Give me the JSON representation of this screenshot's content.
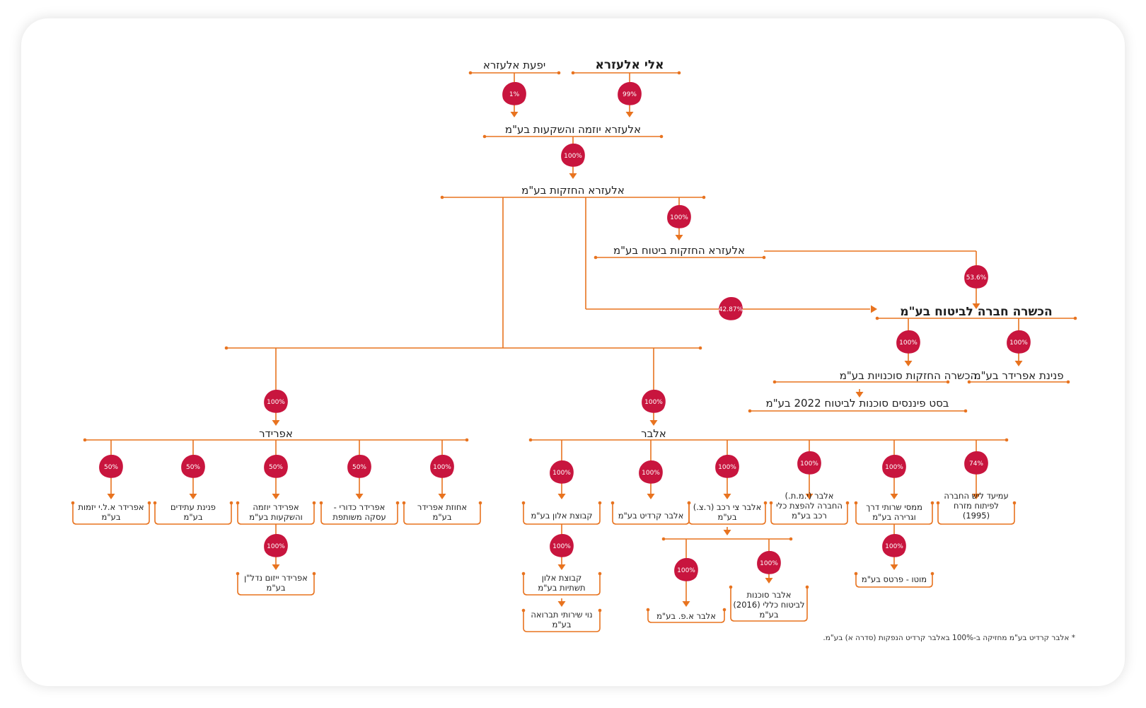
{
  "colors": {
    "line": "#e8731f",
    "blob": "#c8153e",
    "text": "#1f1f1f"
  },
  "footnote": "* אלבר קרדיט בע\"מ מחזיקה ב-100% באלבר קרדיט הנפקות (סדרה א) בע\"מ.",
  "nodes": {
    "eli": "אלי אלעזרא",
    "yifat": "יפעת אלעזרא",
    "yozma": "אלעזרא יוזמה והשקעות בע\"מ",
    "holdings": "אלעזרא החזקות בע\"מ",
    "ins_holdings": "אלעזרא החזקות ביטוח בע\"מ",
    "hachshara": "הכשרה חברה לביטוח בע\"מ",
    "agencies": "הכשרה החזקות סוכנויות בע\"מ",
    "pninat_afridar": "פנינת אפרידר בע\"מ",
    "best_finance": "בסט פיננסים סוכנות לביטוח 2022 בע\"מ",
    "afridar": "אפרידר",
    "albar": "אלבר",
    "afr_1": [
      "אחוזת אפרידר",
      "בע\"מ"
    ],
    "afr_2": [
      "אפרידר כדורי -",
      "עסקה משותפת"
    ],
    "afr_3": [
      "אפרידר יוזמה",
      "והשקעות בע\"מ"
    ],
    "afr_4": [
      "פנינת עתידים",
      "בע\"מ"
    ],
    "afr_5": [
      "אפרידר א.ל.י יזמות",
      "בע\"מ"
    ],
    "afr_nadlan": [
      "אפרידר ייזום נדל\"ן",
      "בע\"מ"
    ],
    "alb_1": [
      "עמיעד ליש החברה",
      "לפיתוח מזרח",
      "(1995)"
    ],
    "alb_2": [
      "ממסי שרותי דרך",
      "וגרירה בע\"מ"
    ],
    "alb_3": [
      "אלבר (י.מ.ת.)",
      "החברה להפצת כלי",
      "רכב בע\"מ"
    ],
    "alb_4": [
      "אלבר צי רכב (ר.צ.)",
      "בע\"מ"
    ],
    "alb_5": [
      "אלבר קרדיט בע\"מ"
    ],
    "alb_6": [
      "קבוצת אלון בע\"מ"
    ],
    "moto": [
      "מוטו - פרטס בע\"מ"
    ],
    "alon_infra": [
      "קבוצת אלון",
      "תשתיות בע\"מ"
    ],
    "noy": [
      "נוי שירותי תברואה",
      "בע\"מ"
    ],
    "albar_ap": [
      "אלבר א.פ. בע\"מ"
    ],
    "albar_agency": [
      "אלבר סוכנות",
      "לביטוח כללי (2016)",
      "בע\"מ"
    ]
  },
  "pcts": {
    "eli": "99%",
    "yifat": "1%",
    "yozma": "100%",
    "ins_holdings": "100%",
    "hachshara_from_ins": "53.6%",
    "hachshara_from_holdings": "42.87%",
    "agencies": "100%",
    "pninat_afridar": "100%",
    "afridar": "100%",
    "albar": "100%",
    "afr_1": "100%",
    "afr_2": "50%",
    "afr_3": "50%",
    "afr_4": "50%",
    "afr_5": "50%",
    "afr_nadlan": "100%",
    "alb_1": "74%",
    "alb_2": "100%",
    "alb_3": "100%",
    "alb_4": "100%",
    "alb_5": "100%",
    "alb_6": "100%",
    "moto": "100%",
    "alon_infra": "100%",
    "albar_ap": "100%",
    "albar_agency": "100%"
  }
}
